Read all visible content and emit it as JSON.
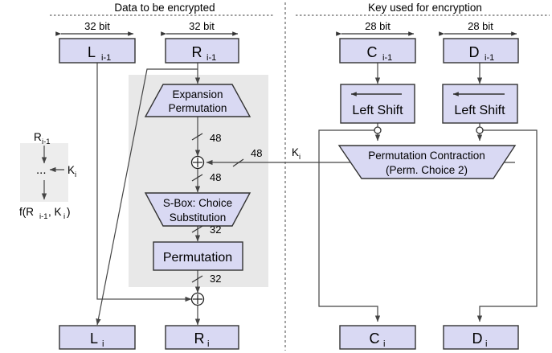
{
  "diagram": {
    "title_left": "Data to be encrypted",
    "title_right": "Key used for encryption",
    "width_labels": {
      "l_prev": "32 bit",
      "r_prev": "32 bit",
      "c_prev": "28 bit",
      "d_prev": "28 bit"
    },
    "registers": {
      "l_prev": "L",
      "l_prev_sub": "i-1",
      "r_prev": "R",
      "r_prev_sub": "i-1",
      "c_prev": "C",
      "c_prev_sub": "i-1",
      "d_prev": "D",
      "d_prev_sub": "i-1",
      "l_next": "L",
      "l_next_sub": "i",
      "r_next": "R",
      "r_next_sub": "i",
      "c_next": "C",
      "c_next_sub": "i",
      "d_next": "D",
      "d_next_sub": "i"
    },
    "blocks": {
      "expansion_line1": "Expansion",
      "expansion_line2": "Permutation",
      "sbox_line1": "S-Box: Choice",
      "sbox_line2": "Substitution",
      "permutation": "Permutation",
      "left_shift_1": "Left Shift",
      "left_shift_2": "Left Shift",
      "perm_contraction_line1": "Permutation Contraction",
      "perm_contraction_line2": "(Perm. Choice 2)"
    },
    "bit_widths": {
      "expansion_out": "48",
      "key_in": "48",
      "xor_out": "48",
      "sbox_out": "32",
      "perm_out": "32"
    },
    "key_label": "K",
    "key_label_sub": "i",
    "legend": {
      "input": "R",
      "input_sub": "i-1",
      "fn_dots": "...",
      "key": "K",
      "key_sub": "i",
      "output": "f(R",
      "output_sub1": "i-1",
      "output_mid": ", K",
      "output_sub2": "i",
      "output_end": ")"
    },
    "colors": {
      "box_fill": "#d9d9f3",
      "box_stroke": "#333333",
      "region_fill": "#e8e8e8",
      "line": "#555555",
      "text": "#000000",
      "canvas": "#ffffff"
    }
  }
}
